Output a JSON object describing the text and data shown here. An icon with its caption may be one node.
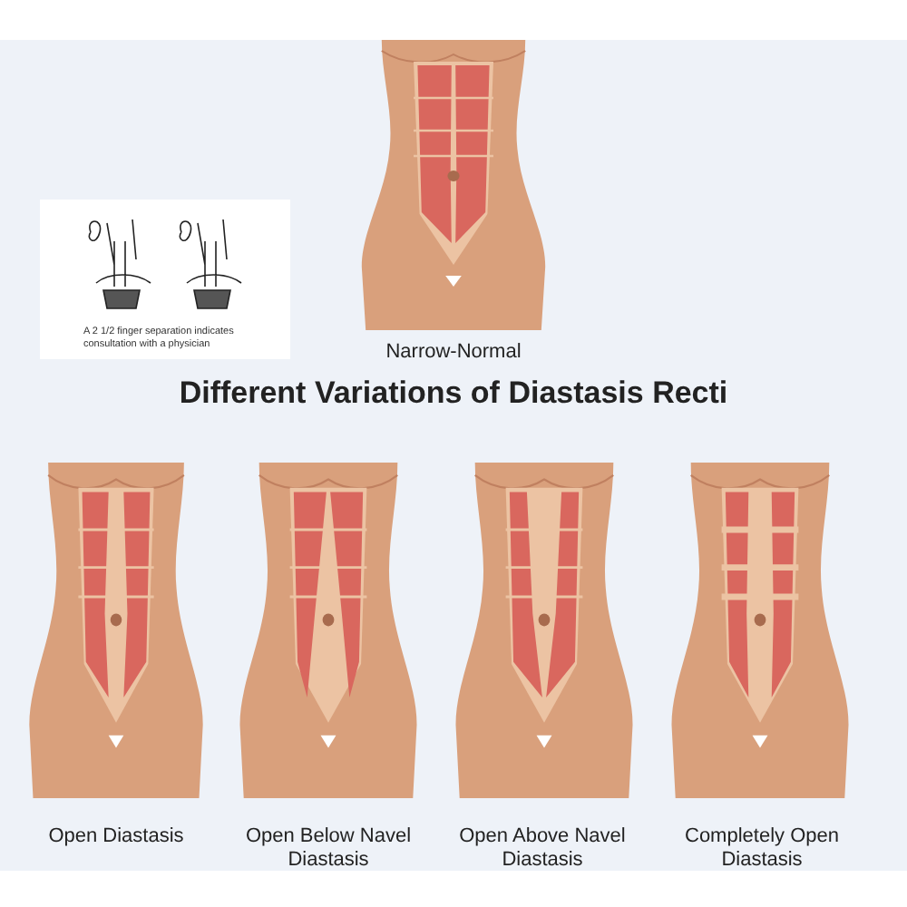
{
  "diagram": {
    "title": "Different Variations of Diastasis Recti",
    "labels": [
      "A 2 1/2 finger separation indicates consultation with a physician",
      "Narrow-Normal",
      "Open Diastasis",
      "Open Below Navel Diastasis",
      "Open Above Navel Diastasis",
      "Completely Open Diastasis"
    ]
  }
}
